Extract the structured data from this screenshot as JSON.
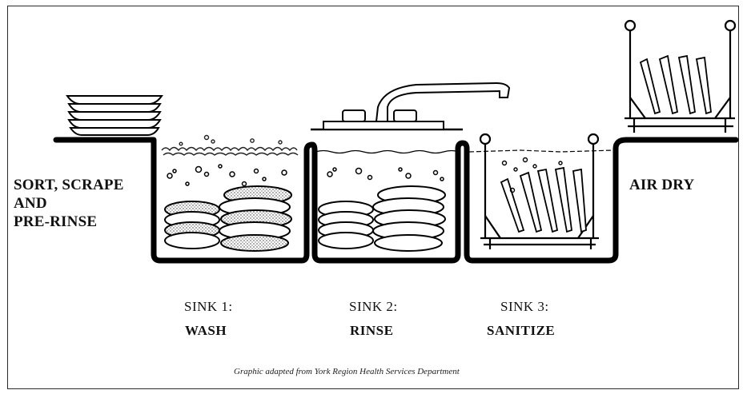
{
  "labels": {
    "sort_line1": "SORT, SCRAPE",
    "sort_line2": "AND",
    "sort_line3": "PRE-RINSE",
    "air_dry": "AIR DRY"
  },
  "sinks": [
    {
      "number": "SINK 1:",
      "action": "WASH"
    },
    {
      "number": "SINK 2:",
      "action": "RINSE"
    },
    {
      "number": "SINK 3:",
      "action": "SANITIZE"
    }
  ],
  "credit": "Graphic adapted from York Region Health Services Department"
}
